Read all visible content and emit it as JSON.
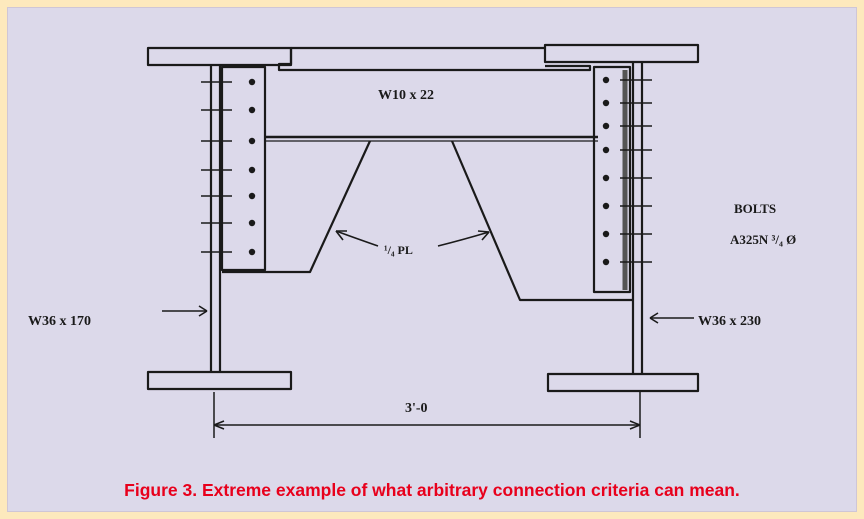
{
  "figure": {
    "labels": {
      "beam": "W10 x 22",
      "plate": "¹/₄ PL",
      "bolts_title": "BOLTS",
      "bolts_spec": "A325N ³/₄ Ø",
      "left_column": "W36 x 170",
      "right_column": "W36 x 230",
      "dimension": "3'-0"
    }
  },
  "caption": "Figure 3. Extreme example of what arbitrary connection criteria can mean.",
  "colors": {
    "page_background": "#fde9bd",
    "panel_background": "#dcd9ea",
    "caption": "#e8001c",
    "ink": "#1a1a1a"
  }
}
